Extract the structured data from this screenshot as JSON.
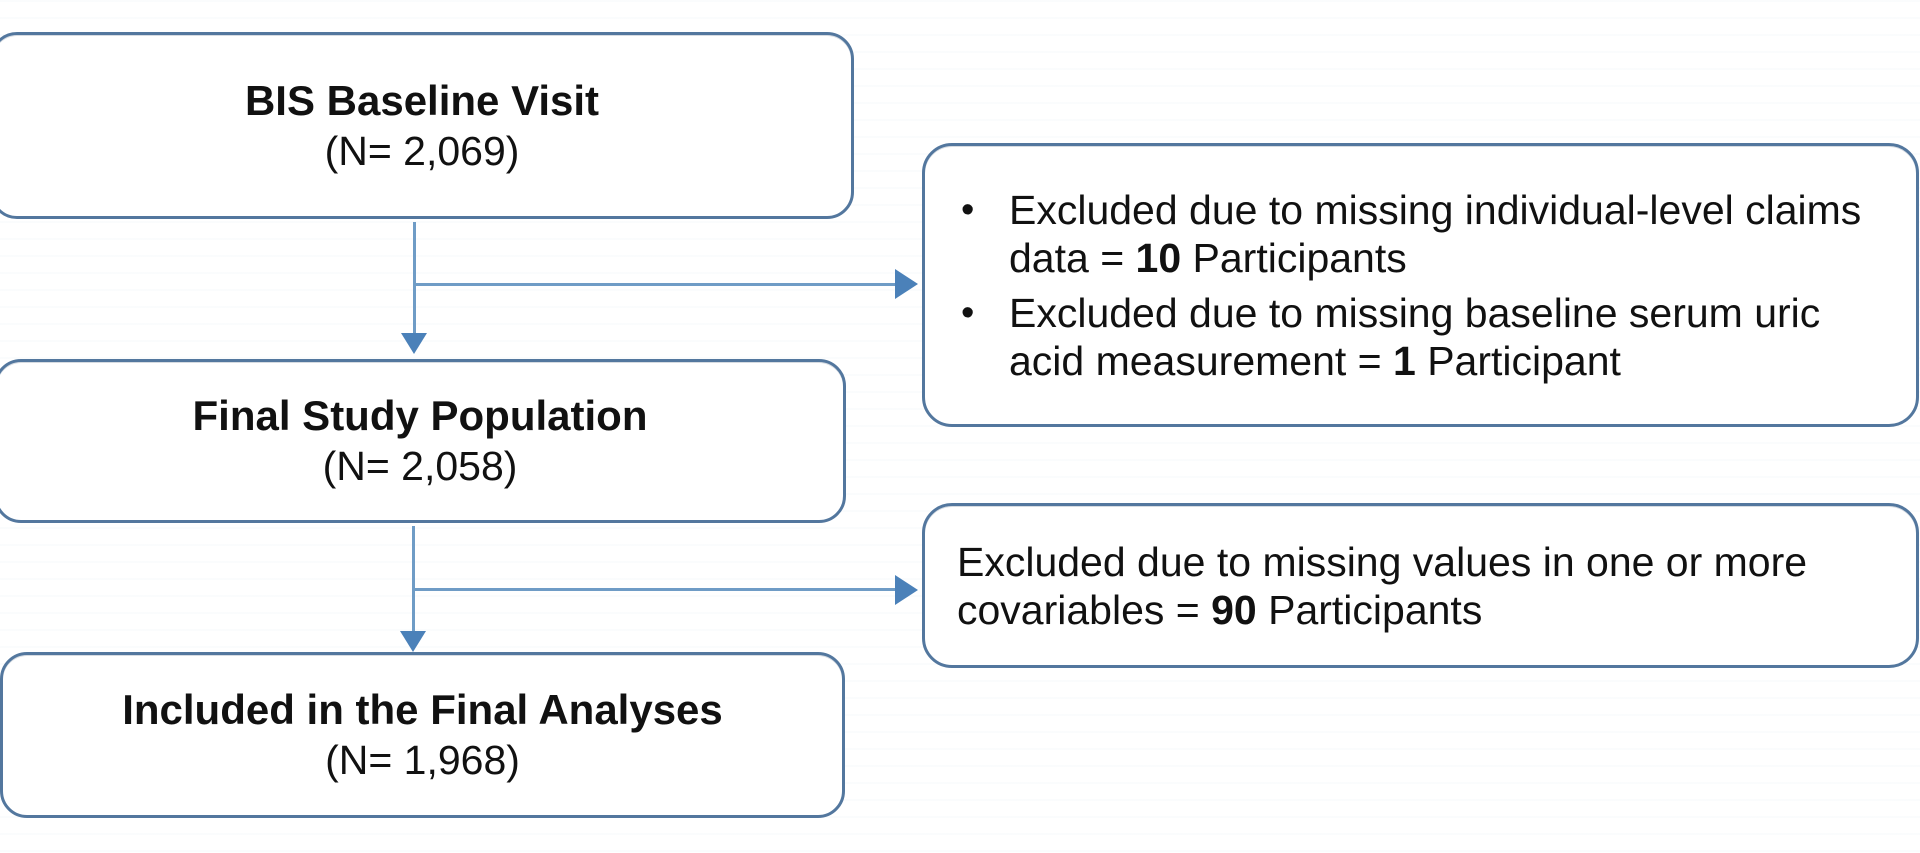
{
  "flow_boxes": [
    {
      "title": "BIS Baseline Visit",
      "n": "(N= 2,069)"
    },
    {
      "title": "Final Study Population",
      "n": "(N= 2,058)"
    },
    {
      "title": "Included in the Final Analyses",
      "n": "(N= 1,968)"
    }
  ],
  "exclusion_box_1": {
    "bullet_glyph": "•",
    "items": [
      {
        "line1": "Excluded due to missing individual-level claims",
        "line2_before": "data = ",
        "line2_bold": "10",
        "line2_after": " Participants"
      },
      {
        "line1": "Excluded due to missing baseline serum uric",
        "line2_before": "acid measurement = ",
        "line2_bold": "1",
        "line2_after": " Participant"
      }
    ]
  },
  "exclusion_box_2": {
    "line1": "Excluded due to missing values in one or more",
    "line2_before": "covariables = ",
    "line2_bold": "90",
    "line2_after": " Participants"
  },
  "colors": {
    "box_border": "#53779e",
    "connector_line": "#6f9cc6",
    "arrowhead": "#4b81b9",
    "text": "#111111",
    "background": "#ffffff"
  }
}
